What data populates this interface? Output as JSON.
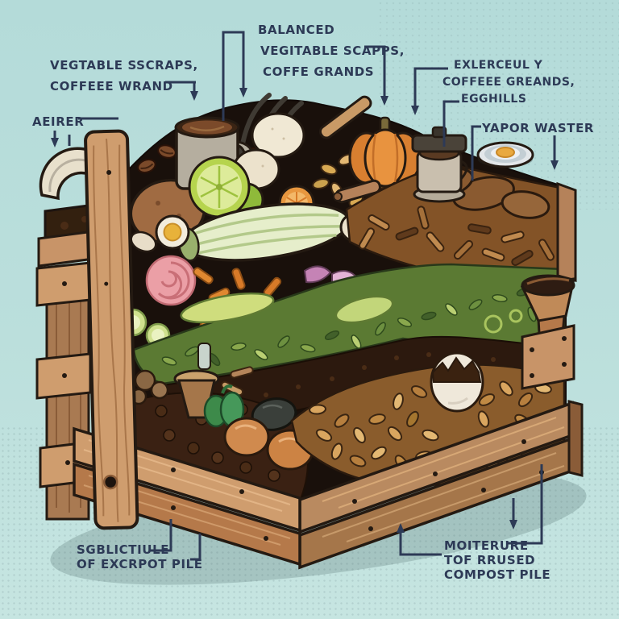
{
  "title": "Compost pile cross-section illustration",
  "background": {
    "color": "#b9dedc"
  },
  "palette": {
    "label_text": "#2d3a56",
    "wood_light": "#cf9d6e",
    "wood_mid": "#c08a5a",
    "wood_dark": "#8a5c38",
    "outline": "#241a12",
    "soil_dark": "#2c190e",
    "mulch_brown": "#835327",
    "leaf_green": "#5b7a33",
    "chips_tan": "#d9a55f"
  },
  "labels": {
    "aerer": {
      "text": "AEIRER"
    },
    "vegetable_scraps": {
      "line1": "VEGTABLE SSCRAPS,",
      "line2": "COFFEEE WRAND"
    },
    "balanced_mix": {
      "line1": "BALANCED",
      "line2": "VEGITABLE SCAPPS,",
      "line3": "COFFE GRANDS"
    },
    "excess_coffee": {
      "line1": "EXLERCEUL Y",
      "line2": "COFFEEE GREANDS,",
      "line3": "EGGHILLS"
    },
    "vapor_waste": {
      "text": "YAPOR WASTER"
    },
    "structure": {
      "line1": "SGBLICTIULE",
      "line2": "OF EXCRPOT PILE"
    },
    "moisture": {
      "line1": "MOITERURE",
      "line2": "TOF RRUSED",
      "line3": "COMPOST PILE"
    }
  },
  "scene": {
    "subject": "Layered compost pile inside a wooden crate bin, cutaway view",
    "layers_top_to_bottom": [
      "fresh kitchen scraps: coffee mug, coffee beans, lime, eggs, cucumber, pumpkin, potato, onion, carrots",
      "woody brown mulch",
      "green leafy scraps",
      "dark soil",
      "wood chips with cracked eggshell, brown eggs, green pepper"
    ]
  }
}
